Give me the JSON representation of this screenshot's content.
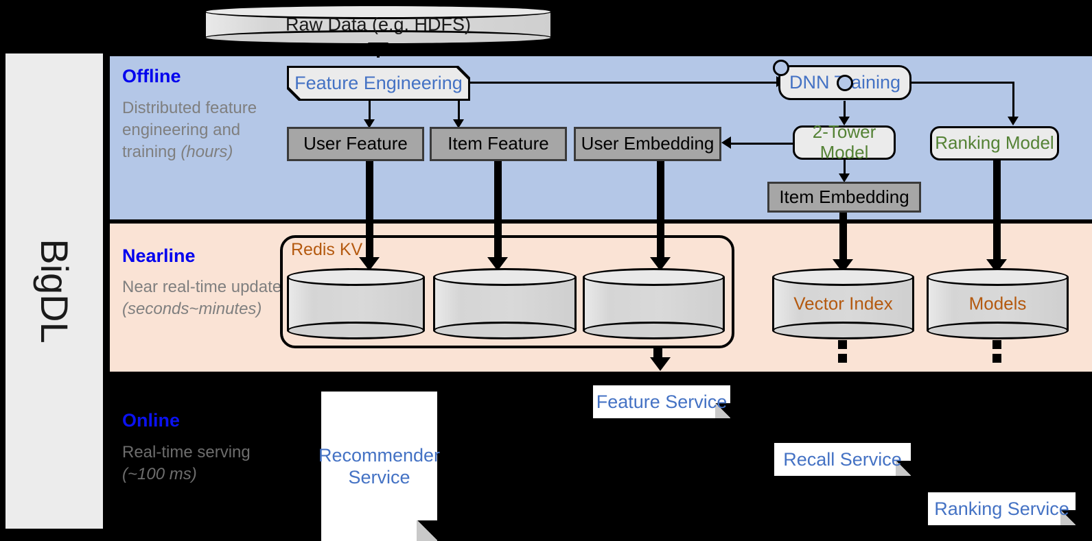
{
  "framework": {
    "name": "BigDL"
  },
  "bands": [
    {
      "id": "offline",
      "title": "Offline",
      "subtitle": "Distributed feature engineering and ",
      "subtitle_em": "(hours)",
      "bg": "#b4c7e7"
    },
    {
      "id": "nearline",
      "title": "Nearline",
      "subtitle": "Near real-time update ",
      "subtitle_em": "(seconds~minutes)",
      "bg": "#fae3d5"
    },
    {
      "id": "online",
      "title": "Online",
      "subtitle": "Real-time serving ",
      "subtitle_em": "(~100 ms)",
      "bg": "#000000"
    }
  ],
  "captions": {
    "offline_title": "Offline",
    "offline_line1": "Distributed",
    "offline_line2": "feature",
    "offline_line3": "engineering and",
    "offline_line4": "training ",
    "offline_line4_em": "(hours)",
    "nearline_title": "Nearline",
    "nearline_line1": "Near real-time",
    "nearline_line2": "update",
    "nearline_line3_em": "(seconds~minutes)",
    "online_title": "Online",
    "online_line1": "Real-time",
    "online_line2": "serving",
    "online_line3_em": "(~100 ms)"
  },
  "nodes": {
    "raw_data": "Raw Data (e.g. HDFS)",
    "feature_engineering": "Feature Engineering",
    "dnn_training": "DNN Training",
    "user_feature": "User Feature",
    "item_feature": "Item Feature",
    "user_embedding": "User Embedding",
    "two_tower_model": "2-Tower Model",
    "ranking_model": "Ranking Model",
    "item_embedding": "Item Embedding",
    "redis_kv": "Redis KV",
    "vector_index": "Vector Index",
    "models": "Models",
    "feature_service": "Feature Service",
    "recommender_service_l1": "Recommender",
    "recommender_service_l2": "Service",
    "recall_service": "Recall Service",
    "ranking_service": "Ranking Service"
  },
  "colors": {
    "offline_band": "#b4c7e7",
    "nearline_band": "#fae3d5",
    "online_band": "#000000",
    "band_title": "#0000ee",
    "caption_text": "#7f7f7f",
    "blue_text": "#4472c4",
    "green_text": "#548235",
    "brown_text": "#b4590f",
    "grey_store": "#a6a6a6",
    "light_node": "#ebebeb",
    "sidebar": "#ececec"
  }
}
